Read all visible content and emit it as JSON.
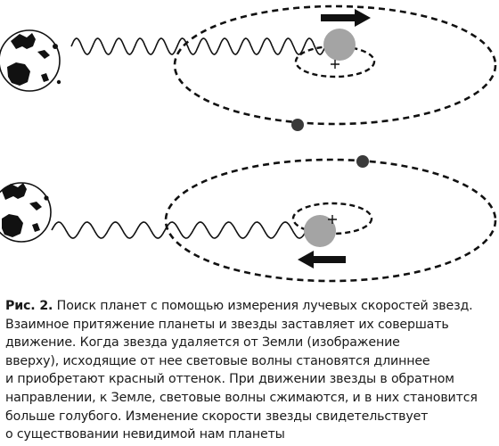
{
  "caption": {
    "label": "Рис. 2.",
    "line1_rest": "Поиск планет с помощью измерения лучевых скоростей звезд.",
    "lines": [
      "Взаимное притяжение планеты и звезды заставляет их совершать",
      "движение. Когда звезда удаляется от Земли (изображение",
      "вверху), исходящие от нее световые волны становятся длиннее",
      "и приобретают красный оттенок. При движении звезды в обратном",
      "направлении, к Земле, световые волны сжимаются, и в них становится",
      "больше голубого. Изменение скорости звезды свидетельствует",
      "о существовании невидимой нам планеты"
    ]
  },
  "panels": [
    {
      "star_motion": "away",
      "wave_cycles": 12,
      "barycenter_symbol": "+"
    },
    {
      "star_motion": "toward",
      "wave_cycles": 9,
      "barycenter_symbol": "+"
    }
  ],
  "colors": {
    "star": "#a4a4a4",
    "planet": "#3a3a3a",
    "ink": "#111111",
    "land": "#111111"
  }
}
